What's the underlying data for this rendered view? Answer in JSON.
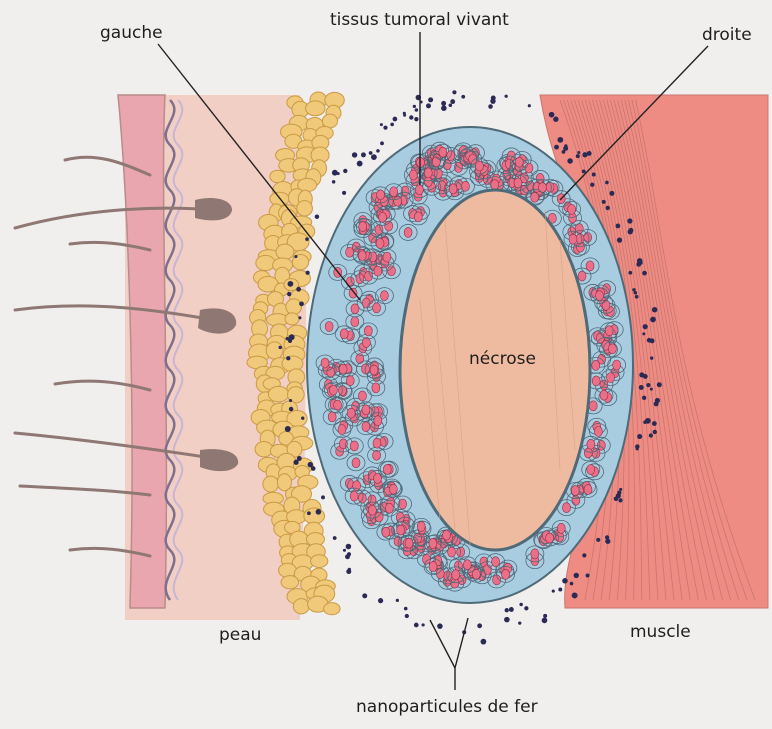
{
  "labels": {
    "gauche": "gauche",
    "tissus": "tissus tumoral vivant",
    "droite": "droite",
    "necrose": "nécrose",
    "peau": "peau",
    "muscle": "muscle",
    "nanoparticules": "nanoparticules de fer"
  },
  "colors": {
    "background": "#f1efed",
    "skin": "#f2cfc4",
    "epidermis": "#e9a6ae",
    "hair": "#8f7873",
    "fat": "#f0c97a",
    "cells": "#a9cde0",
    "nuclei": "#ec6f88",
    "necrosis": "#efbba0",
    "muscle": "#ee8c84",
    "nanoparticles": "#2a2a55"
  }
}
